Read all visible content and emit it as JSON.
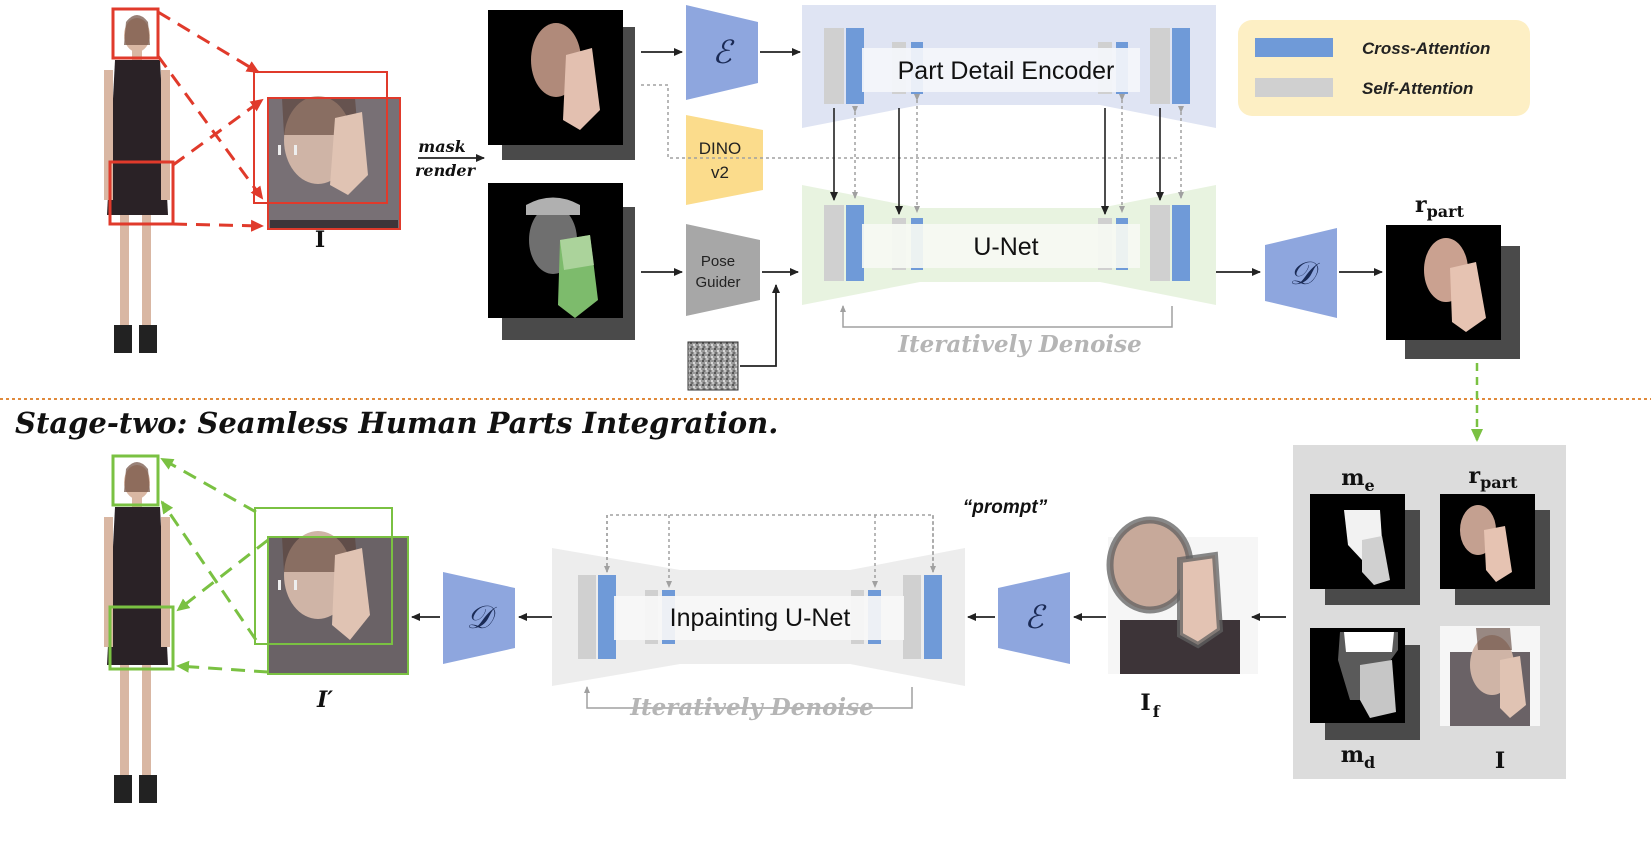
{
  "colors": {
    "cross_attention": "#6f9ad8",
    "self_attention": "#d0d0d0",
    "legend_bg": "#fdefc4",
    "encoder_block": "#dfe4f3",
    "unet_block": "#e8f3e0",
    "inpaint_block": "#ededed",
    "vae_block": "#8ea6de",
    "dino_block": "#fbdc8c",
    "pose_block": "#a7a7a7",
    "stage_divider": "#e08a3c",
    "red_box": "#e03a2b",
    "green_box": "#7ac142",
    "stage_two_panel": "#dcdcdc"
  },
  "legend": {
    "cross_attention": "Cross-Attention",
    "self_attention": "Self-Attention"
  },
  "stage_one": {
    "image_label": "I",
    "mask_render_line1": "mask",
    "mask_render_line2": "render",
    "encoder_symbol": "ℰ",
    "dino_line1": "DINO",
    "dino_line2": "v2",
    "pose_line1": "Pose",
    "pose_line2": "Guider",
    "part_detail_encoder": "Part Detail Encoder",
    "unet": "U-Net",
    "decoder_symbol": "𝒟",
    "iteratively_denoise": "Iteratively Denoise",
    "r_part_base": "r",
    "r_part_sub": "part"
  },
  "stage_two": {
    "title": "Stage-two: Seamless Human Parts Integration.",
    "prompt": "“prompt”",
    "inpainting_unet": "Inpainting U-Net",
    "iteratively_denoise": "Iteratively Denoise",
    "decoder_symbol": "𝒟",
    "encoder_symbol": "ℰ",
    "output_label": "I′",
    "if_base": "I",
    "if_sub": "f",
    "me_base": "m",
    "me_sub": "e",
    "r_part_base": "r",
    "r_part_sub": "part",
    "md_base": "m",
    "md_sub": "d",
    "i_label": "I"
  }
}
